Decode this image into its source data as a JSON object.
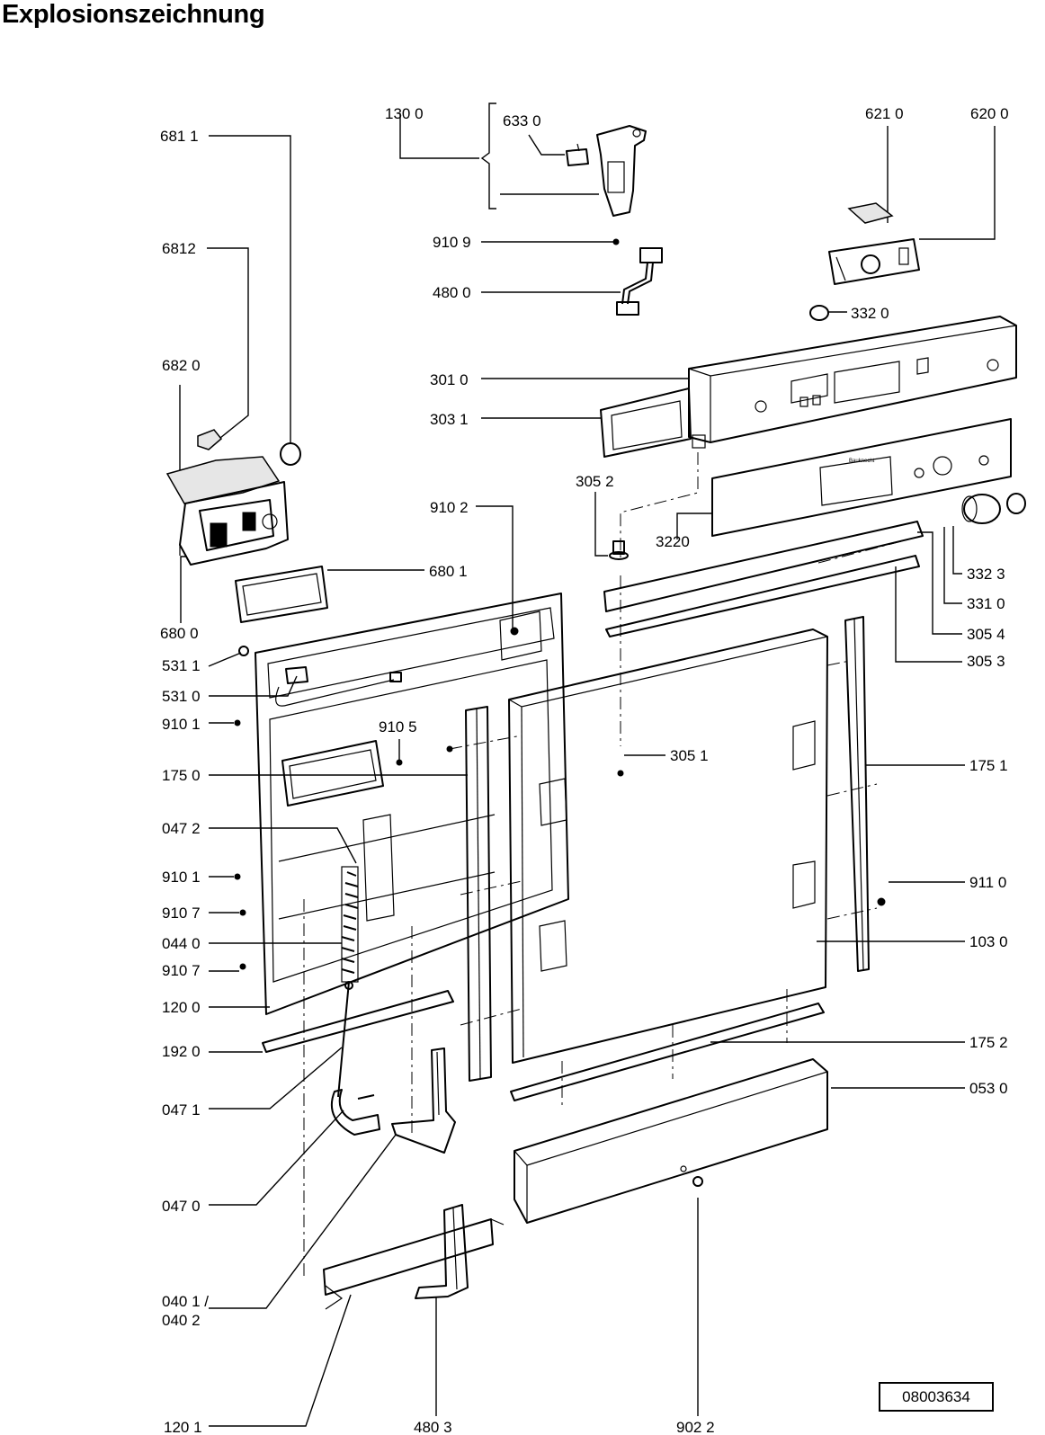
{
  "title": "Explosionszeichnung",
  "document_number": "08003634",
  "parts": {
    "p6811": "681 1",
    "p6812": "6812",
    "p6820": "682 0",
    "p6800": "680 0",
    "p6801": "680 1",
    "p5311": "531 1",
    "p5310": "531 0",
    "p9101a": "910 1",
    "p1750": "175 0",
    "p0472": "047 2",
    "p9101b": "910 1",
    "p9107a": "910 7",
    "p0440": "044 0",
    "p9107b": "910 7",
    "p1200": "120 0",
    "p1920": "192 0",
    "p0471": "047 1",
    "p0470": "047 0",
    "p0401": "040 1 /",
    "p0402": "040 2",
    "p1201": "120 1",
    "p4803": "480 3",
    "p9022": "902 2",
    "p1300": "130 0",
    "p6330": "633 0",
    "p9109": "910 9",
    "p4800": "480 0",
    "p3010": "301 0",
    "p3031": "303 1",
    "p3052": "305 2",
    "p9102": "910 2",
    "p9105": "910 5",
    "p3051": "305 1",
    "p6210": "621 0",
    "p6200": "620 0",
    "p3320": "332 0",
    "p3220": "3220",
    "p3323": "332 3",
    "p3310": "331 0",
    "p3054": "305 4",
    "p3053": "305 3",
    "p1751": "175 1",
    "p9110": "911 0",
    "p1030": "103 0",
    "p1752": "175 2",
    "p0530": "053 0"
  },
  "panel_brand_text": "Bauknecht"
}
